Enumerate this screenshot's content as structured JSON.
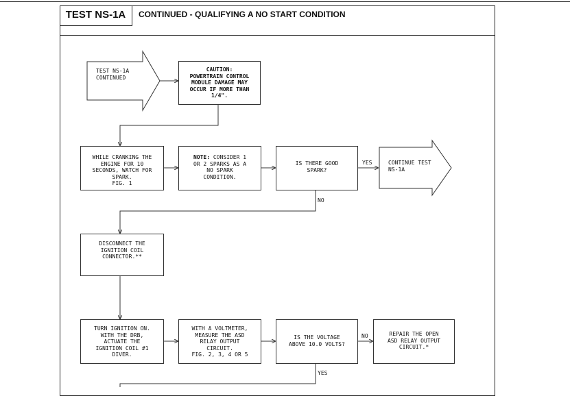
{
  "header": {
    "test_id": "TEST NS-1A",
    "title": "CONTINUED - QUALIFYING A NO START CONDITION"
  },
  "flowchart": {
    "start_pointer": "TEST NS-1A\nCONTINUED",
    "caution": "CAUTION:\nPOWERTRAIN CONTROL\nMODULE DAMAGE MAY\nOCCUR IF MORE THAN\n1/4\".",
    "cranking": "WHILE CRANKING THE\nENGINE FOR 10\nSECONDS, WATCH FOR\nSPARK.\nFIG. 1",
    "note_label": "NOTE:",
    "note_text": " CONSIDER 1\nOR 2 SPARKS AS A\nNO SPARK\nCONDITION.",
    "question_spark": "IS THERE GOOD\nSPARK?",
    "yes_label_1": "YES",
    "continue_pointer": "CONTINUE TEST\nNS-1A",
    "no_label_1": "NO",
    "disconnect": "DISCONNECT THE\nIGNITION COIL\nCONNECTOR.**",
    "turn_ignition": "TURN IGNITION ON.\nWITH THE DRB,\nACTUATE THE\nIGNITION COIL #1\nDIVER.",
    "voltmeter": "WITH A VOLTMETER,\nMEASURE THE ASD\nRELAY OUTPUT\nCIRCUIT.\nFIG. 2, 3, 4 OR 5",
    "question_voltage": "IS THE VOLTAGE\nABOVE 10.0 VOLTS?",
    "no_label_2": "NO",
    "repair": "REPAIR THE OPEN\nASD RELAY OUTPUT\nCIRCUIT.*",
    "yes_label_2": "YES"
  }
}
